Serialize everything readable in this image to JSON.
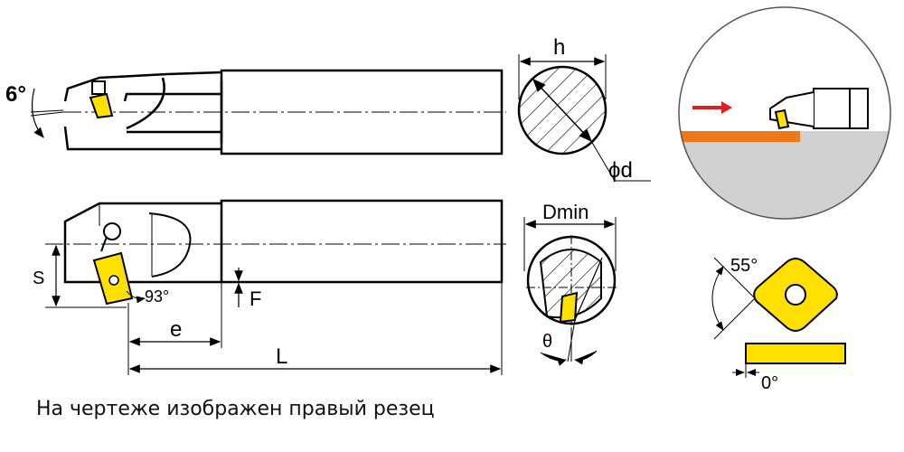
{
  "labels": {
    "angle_6": "6°",
    "h": "h",
    "phi_d": "ϕd",
    "dmin": "Dmin",
    "s": "S",
    "angle_93": "93°",
    "f": "F",
    "e": "e",
    "l": "L",
    "theta": "θ",
    "angle_55": "55°",
    "angle_0": "0°"
  },
  "caption": "На чертеже изображен правый резец",
  "colors": {
    "insert": "#ffe000",
    "workpiece": "#d0d0d0",
    "chip": "#f07818",
    "arrow": "#e02020"
  }
}
